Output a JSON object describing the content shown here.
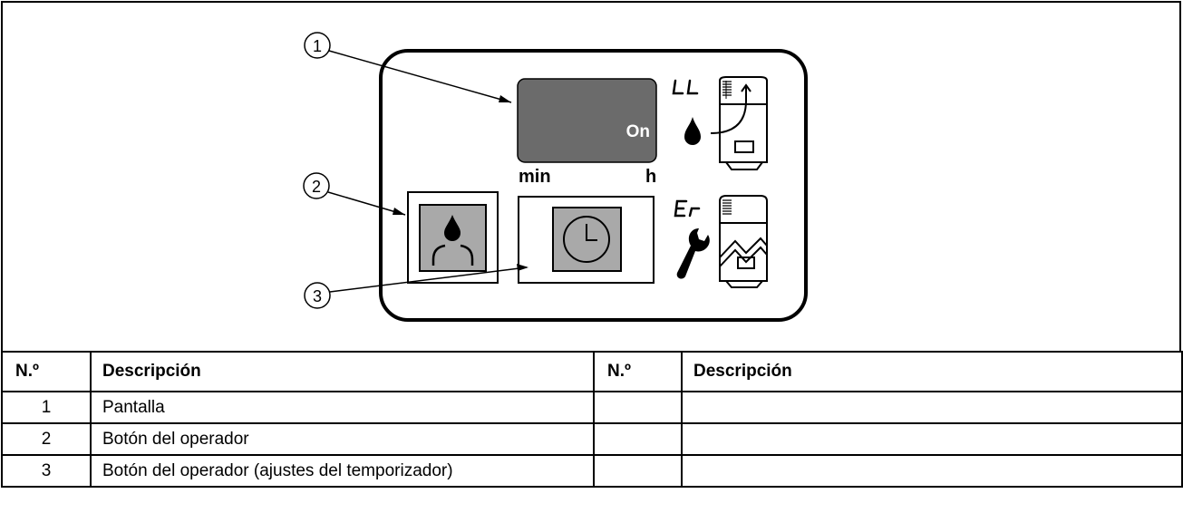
{
  "diagram": {
    "display_text": "On",
    "unit_left": "min",
    "unit_right": "h",
    "callouts": [
      "1",
      "2",
      "3"
    ],
    "code_top": "LL",
    "code_bottom": "Er",
    "icons": [
      "water-drop-icon",
      "wrench-icon",
      "tank-refill-icon",
      "tank-error-icon",
      "clock-icon",
      "drop-nozzle-icon"
    ]
  },
  "table": {
    "headers": [
      "N.º",
      "Descripción",
      "N.º",
      "Descripción"
    ],
    "rows": [
      {
        "n1": "1",
        "d1": "Pantalla",
        "n2": "",
        "d2": ""
      },
      {
        "n1": "2",
        "d1": "Botón del operador",
        "n2": "",
        "d2": ""
      },
      {
        "n1": "3",
        "d1": "Botón del operador (ajustes del temporizador)",
        "n2": "",
        "d2": ""
      }
    ]
  }
}
